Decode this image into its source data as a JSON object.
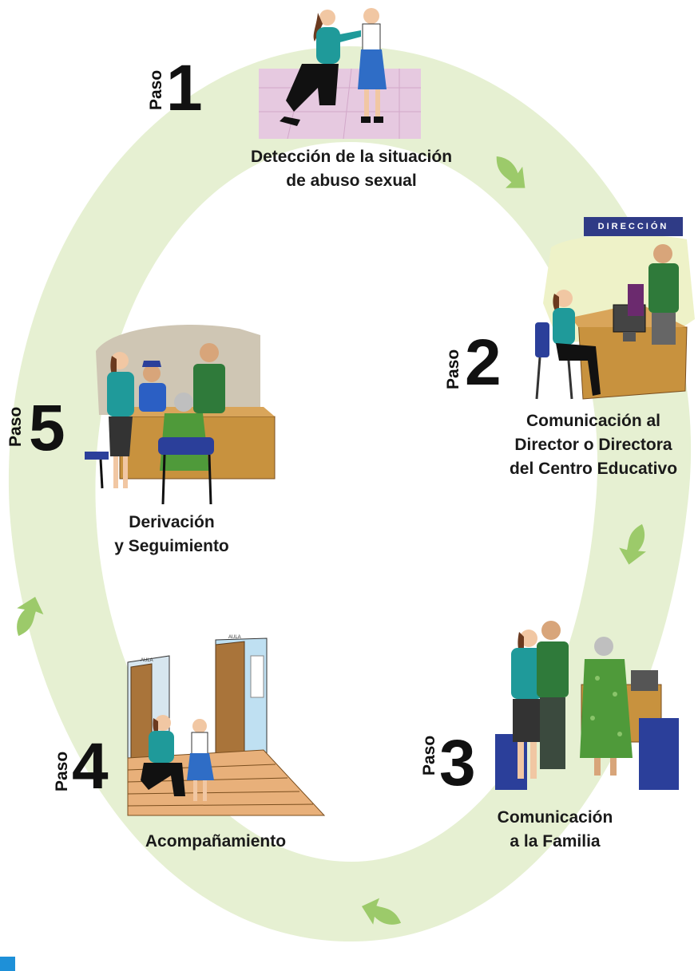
{
  "paso_word": "Paso",
  "steps": [
    {
      "number": "1",
      "lines": [
        "Detección de la situación",
        "de abuso sexual"
      ]
    },
    {
      "number": "2",
      "lines": [
        "Comunicación al",
        "Director o Directora",
        "del Centro Educativo"
      ]
    },
    {
      "number": "3",
      "lines": [
        "Comunicación",
        "a la Familia"
      ]
    },
    {
      "number": "4",
      "lines": [
        "Acompañamiento"
      ]
    },
    {
      "number": "5",
      "lines": [
        "Derivación",
        "y Seguimiento"
      ]
    }
  ],
  "signs": {
    "direccion": "DIRECCIÓN",
    "aula": "AULA"
  },
  "colors": {
    "ring": "#e6f0d2",
    "arrow": "#9cca6a",
    "teal_shirt": "#1f9a9a",
    "green_shirt": "#2f7a3a",
    "desk": "#c8923e",
    "chair": "#2b3f9a",
    "floor_pink": "#e6c9e0",
    "backdrop_yellow": "#eef2c8",
    "backdrop_grey": "#cfc6b4"
  }
}
